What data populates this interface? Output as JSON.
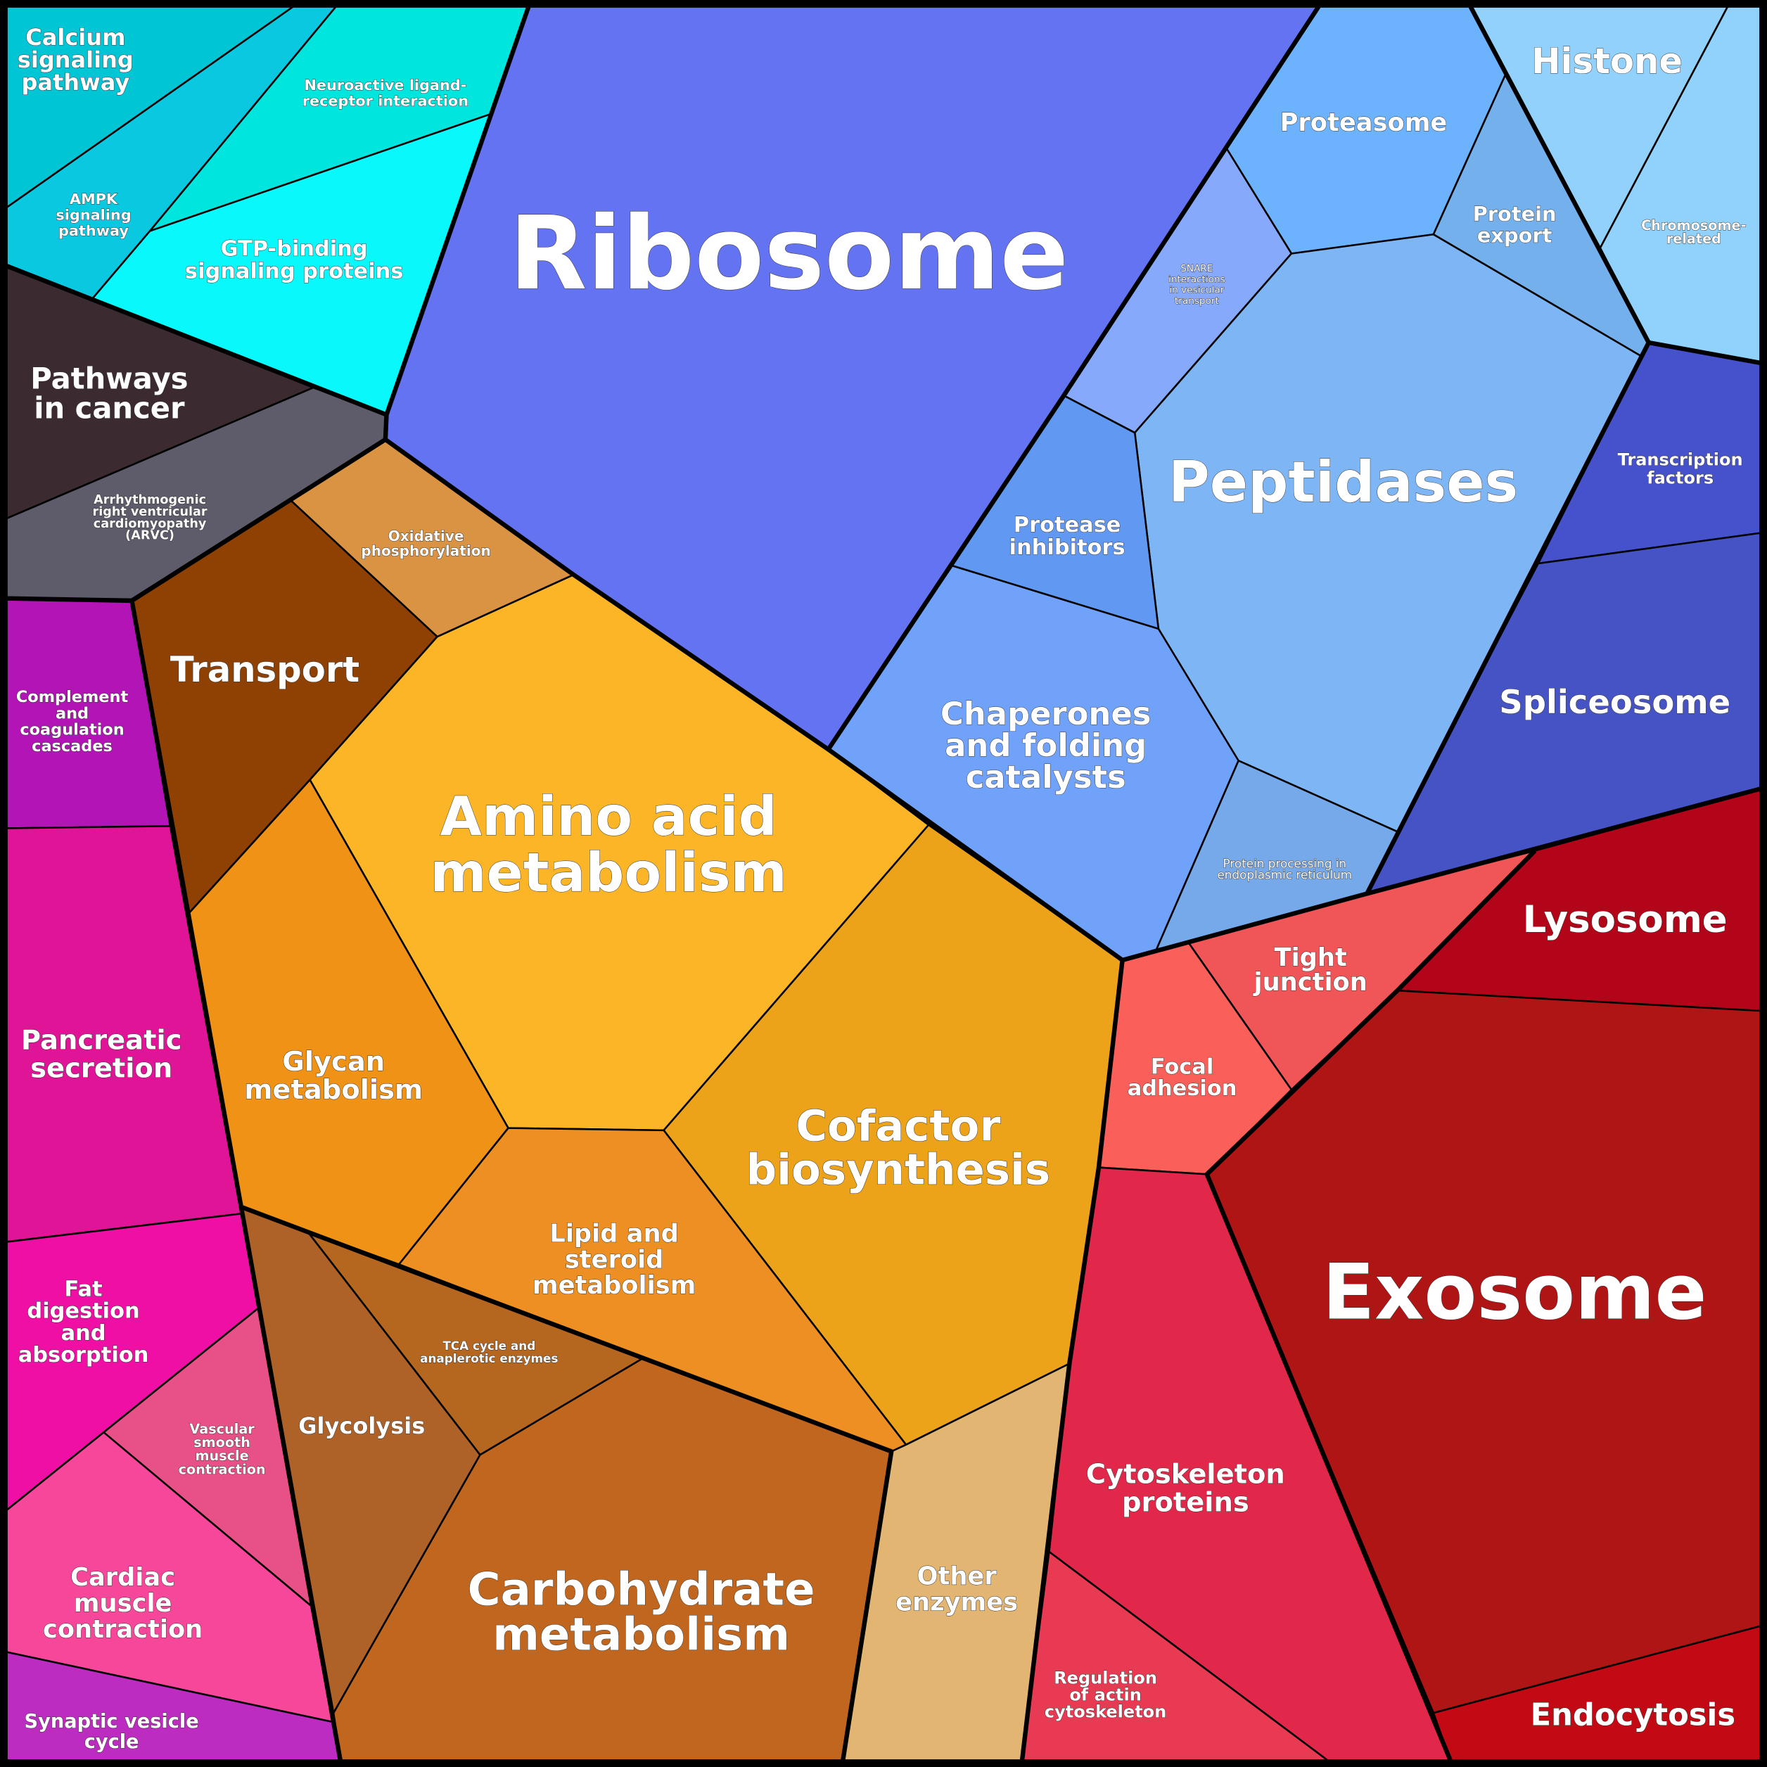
{
  "title": "Voronoi treemap of functional categories",
  "cells": {
    "calcium": {
      "lines": [
        "Calcium",
        "signaling",
        "pathway"
      ],
      "color": "#00c5d5"
    },
    "ampk": {
      "lines": [
        "AMPK",
        "signaling",
        "pathway"
      ],
      "color": "#0ac8df"
    },
    "neuro": {
      "lines": [
        "Neuroactive ligand-",
        "receptor interaction"
      ],
      "color": "#00e5dd"
    },
    "gtp": {
      "lines": [
        "GTP-binding",
        "signaling proteins"
      ],
      "color": "#08f8fc"
    },
    "pathways": {
      "lines": [
        "Pathways",
        "in cancer"
      ],
      "color": "#3b2b31"
    },
    "arvc": {
      "lines": [
        "Arrhythmogenic",
        "right ventricular",
        "cardiomyopathy",
        "(ARVC)"
      ],
      "color": "#5e5c6b"
    },
    "ribosome": {
      "lines": [
        "Ribosome"
      ],
      "color": "#6473f2"
    },
    "oxphos": {
      "lines": [
        "Oxidative",
        "phosphorylation"
      ],
      "color": "#da9342"
    },
    "transport": {
      "lines": [
        "Transport"
      ],
      "color": "#8f4104"
    },
    "amino": {
      "lines": [
        "Amino acid",
        "metabolism"
      ],
      "color": "#fcb526"
    },
    "glycan": {
      "lines": [
        "Glycan",
        "metabolism"
      ],
      "color": "#ef9215"
    },
    "cofactor": {
      "lines": [
        "Cofactor",
        "biosynthesis"
      ],
      "color": "#eca219"
    },
    "lipid": {
      "lines": [
        "Lipid and",
        "steroid",
        "metabolism"
      ],
      "color": "#ed8f22"
    },
    "tca": {
      "lines": [
        "TCA cycle and",
        "anaplerotic enzymes"
      ],
      "color": "#b5661f"
    },
    "glycolysis": {
      "lines": [
        "Glycolysis"
      ],
      "color": "#ae6228"
    },
    "carbo": {
      "lines": [
        "Carbohydrate",
        "metabolism"
      ],
      "color": "#c1661e"
    },
    "other": {
      "lines": [
        "Other",
        "enzymes"
      ],
      "color": "#e3b572"
    },
    "complement": {
      "lines": [
        "Complement",
        "and",
        "coagulation",
        "cascades"
      ],
      "color": "#b314b5"
    },
    "pancreatic": {
      "lines": [
        "Pancreatic",
        "secretion"
      ],
      "color": "#e01496"
    },
    "fat": {
      "lines": [
        "Fat",
        "digestion",
        "and",
        "absorption"
      ],
      "color": "#ef0fa5"
    },
    "vascular": {
      "lines": [
        "Vascular",
        "smooth",
        "muscle",
        "contraction"
      ],
      "color": "#e85088"
    },
    "cardiac": {
      "lines": [
        "Cardiac",
        "muscle",
        "contraction"
      ],
      "color": "#f7479a"
    },
    "synaptic": {
      "lines": [
        "Synaptic vesicle",
        "cycle"
      ],
      "color": "#bd2cc0"
    },
    "proteasome": {
      "lines": [
        "Proteasome"
      ],
      "color": "#6cb2fc"
    },
    "histone": {
      "lines": [
        "Histone"
      ],
      "color": "#92d1fc"
    },
    "chromosome": {
      "lines": [
        "Chromosome-",
        "related"
      ],
      "color": "#90d2fc"
    },
    "export": {
      "lines": [
        "Protein",
        "export"
      ],
      "color": "#74b1ec"
    },
    "snare": {
      "lines": [
        "SNARE",
        "interactions",
        "in vesicular",
        "transport"
      ],
      "color": "#86a9fc"
    },
    "peptidases": {
      "lines": [
        "Peptidases"
      ],
      "color": "#7db5f5"
    },
    "protinh": {
      "lines": [
        "Protease",
        "inhibitors"
      ],
      "color": "#6199f2"
    },
    "chaperones": {
      "lines": [
        "Chaperones",
        "and folding",
        "catalysts"
      ],
      "color": "#71a2fa"
    },
    "er": {
      "lines": [
        "Protein processing in",
        "endoplasmic reticulum"
      ],
      "color": "#76a9ea"
    },
    "tf": {
      "lines": [
        "Transcription",
        "factors"
      ],
      "color": "#4651cc"
    },
    "splice": {
      "lines": [
        "Spliceosome"
      ],
      "color": "#4553c4"
    },
    "tight": {
      "lines": [
        "Tight",
        "junction"
      ],
      "color": "#f05558"
    },
    "focal": {
      "lines": [
        "Focal",
        "adhesion"
      ],
      "color": "#fb5f5a"
    },
    "lysosome": {
      "lines": [
        "Lysosome"
      ],
      "color": "#b30519"
    },
    "exosome": {
      "lines": [
        "Exosome"
      ],
      "color": "#b01515"
    },
    "cyto": {
      "lines": [
        "Cytoskeleton",
        "proteins"
      ],
      "color": "#e1284a"
    },
    "regulation": {
      "lines": [
        "Regulation",
        "of actin",
        "cytoskeleton"
      ],
      "color": "#e93a54"
    },
    "endocytosis": {
      "lines": [
        "Endocytosis"
      ],
      "color": "#c20914"
    }
  }
}
